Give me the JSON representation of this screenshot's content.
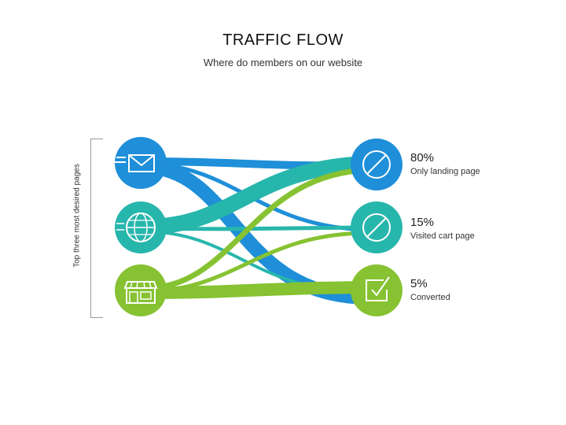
{
  "title": "TRAFFIC FLOW",
  "subtitle": "Where do members on our website",
  "side_label": "Top three most desired pages",
  "colors": {
    "blue": "#1e8fd8",
    "teal": "#27b6ac",
    "green": "#86c232"
  },
  "sources": [
    {
      "icon": "envelope-icon",
      "color": "#1e8fd8"
    },
    {
      "icon": "globe-icon",
      "color": "#27b6ac"
    },
    {
      "icon": "storefront-icon",
      "color": "#86c232"
    }
  ],
  "outcomes": [
    {
      "percent": "80%",
      "label": "Only landing page",
      "icon": "no-entry-icon",
      "color": "#1e8fd8"
    },
    {
      "percent": "15%",
      "label": "Visited cart page",
      "icon": "no-entry-icon",
      "color": "#27b6ac"
    },
    {
      "percent": "5%",
      "label": "Converted",
      "icon": "checkbox-icon",
      "color": "#86c232"
    }
  ]
}
